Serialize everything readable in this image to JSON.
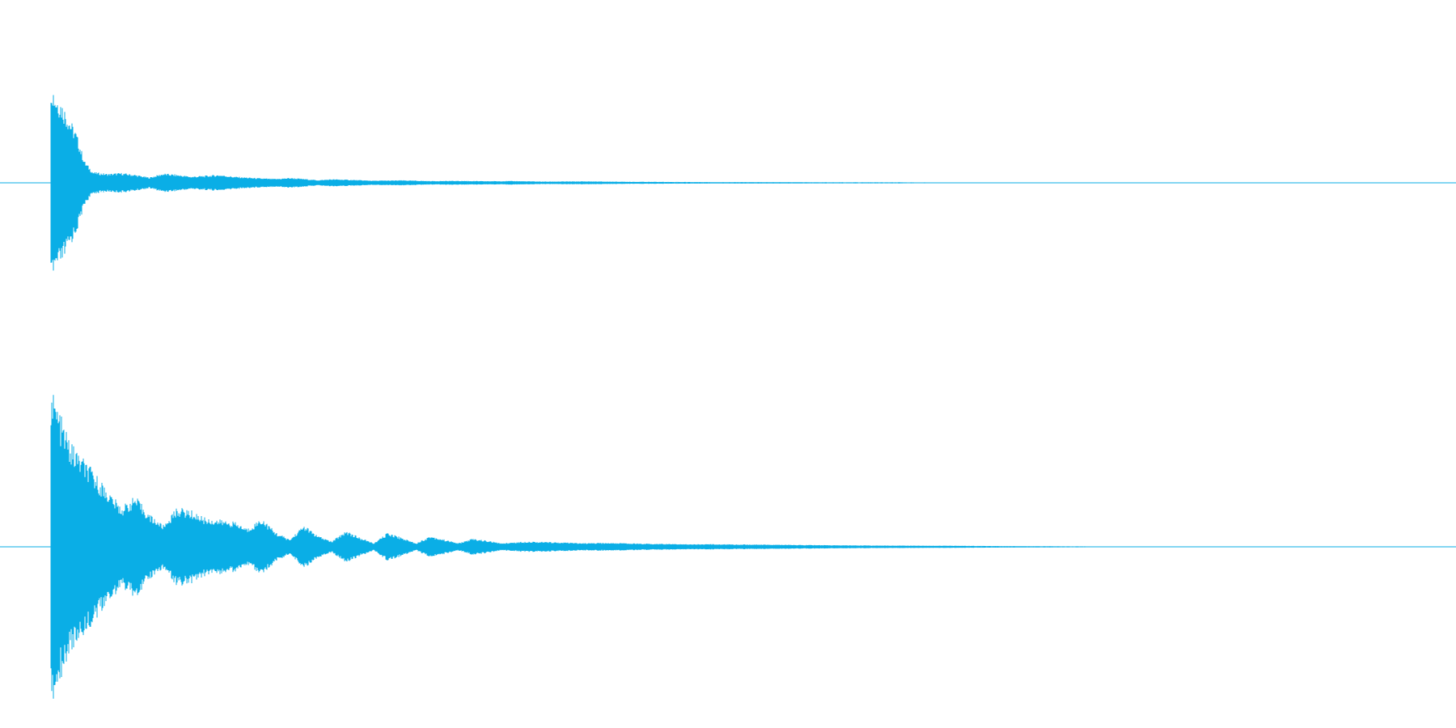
{
  "waveform": {
    "color": "#0aaee6",
    "channels": [
      {
        "name": "",
        "peak_amplitude": 0.58,
        "envelope": [
          [
            0.0,
            0.58
          ],
          [
            0.003,
            0.5
          ],
          [
            0.007,
            0.46
          ],
          [
            0.012,
            0.38
          ],
          [
            0.018,
            0.28
          ],
          [
            0.024,
            0.12
          ],
          [
            0.03,
            0.06
          ],
          [
            0.04,
            0.05
          ],
          [
            0.05,
            0.055
          ],
          [
            0.06,
            0.045
          ],
          [
            0.07,
            0.03
          ],
          [
            0.08,
            0.052
          ],
          [
            0.09,
            0.045
          ],
          [
            0.1,
            0.035
          ],
          [
            0.11,
            0.04
          ],
          [
            0.12,
            0.045
          ],
          [
            0.13,
            0.035
          ],
          [
            0.14,
            0.03
          ],
          [
            0.15,
            0.025
          ],
          [
            0.16,
            0.022
          ],
          [
            0.17,
            0.028
          ],
          [
            0.18,
            0.022
          ],
          [
            0.19,
            0.015
          ],
          [
            0.2,
            0.02
          ],
          [
            0.21,
            0.018
          ],
          [
            0.23,
            0.012
          ],
          [
            0.25,
            0.014
          ],
          [
            0.27,
            0.01
          ],
          [
            0.29,
            0.011
          ],
          [
            0.31,
            0.009
          ],
          [
            0.33,
            0.01
          ],
          [
            0.35,
            0.007
          ],
          [
            0.38,
            0.008
          ],
          [
            0.41,
            0.006
          ],
          [
            0.44,
            0.005
          ],
          [
            0.48,
            0.004
          ],
          [
            0.52,
            0.004
          ],
          [
            0.56,
            0.003
          ],
          [
            0.6,
            0.003
          ],
          [
            0.64,
            0.002
          ],
          [
            0.68,
            0.001
          ],
          [
            1.0,
            0.0
          ]
        ]
      },
      {
        "name": "",
        "peak_amplitude": 0.88,
        "envelope": [
          [
            0.0,
            0.88
          ],
          [
            0.004,
            0.8
          ],
          [
            0.008,
            0.7
          ],
          [
            0.014,
            0.58
          ],
          [
            0.022,
            0.5
          ],
          [
            0.03,
            0.42
          ],
          [
            0.04,
            0.32
          ],
          [
            0.05,
            0.22
          ],
          [
            0.06,
            0.28
          ],
          [
            0.07,
            0.18
          ],
          [
            0.08,
            0.12
          ],
          [
            0.09,
            0.22
          ],
          [
            0.1,
            0.2
          ],
          [
            0.11,
            0.16
          ],
          [
            0.12,
            0.15
          ],
          [
            0.13,
            0.14
          ],
          [
            0.14,
            0.1
          ],
          [
            0.15,
            0.16
          ],
          [
            0.16,
            0.08
          ],
          [
            0.17,
            0.04
          ],
          [
            0.18,
            0.12
          ],
          [
            0.19,
            0.06
          ],
          [
            0.2,
            0.03
          ],
          [
            0.21,
            0.09
          ],
          [
            0.22,
            0.05
          ],
          [
            0.23,
            0.02
          ],
          [
            0.24,
            0.08
          ],
          [
            0.25,
            0.05
          ],
          [
            0.26,
            0.02
          ],
          [
            0.27,
            0.06
          ],
          [
            0.28,
            0.04
          ],
          [
            0.29,
            0.02
          ],
          [
            0.3,
            0.045
          ],
          [
            0.31,
            0.035
          ],
          [
            0.32,
            0.02
          ],
          [
            0.34,
            0.03
          ],
          [
            0.36,
            0.025
          ],
          [
            0.38,
            0.02
          ],
          [
            0.4,
            0.022
          ],
          [
            0.42,
            0.018
          ],
          [
            0.45,
            0.015
          ],
          [
            0.48,
            0.014
          ],
          [
            0.51,
            0.012
          ],
          [
            0.54,
            0.01
          ],
          [
            0.57,
            0.008
          ],
          [
            0.6,
            0.007
          ],
          [
            0.64,
            0.006
          ],
          [
            0.68,
            0.004
          ],
          [
            0.72,
            0.003
          ],
          [
            0.76,
            0.002
          ],
          [
            0.8,
            0.001
          ],
          [
            1.0,
            0.0
          ]
        ]
      }
    ]
  }
}
